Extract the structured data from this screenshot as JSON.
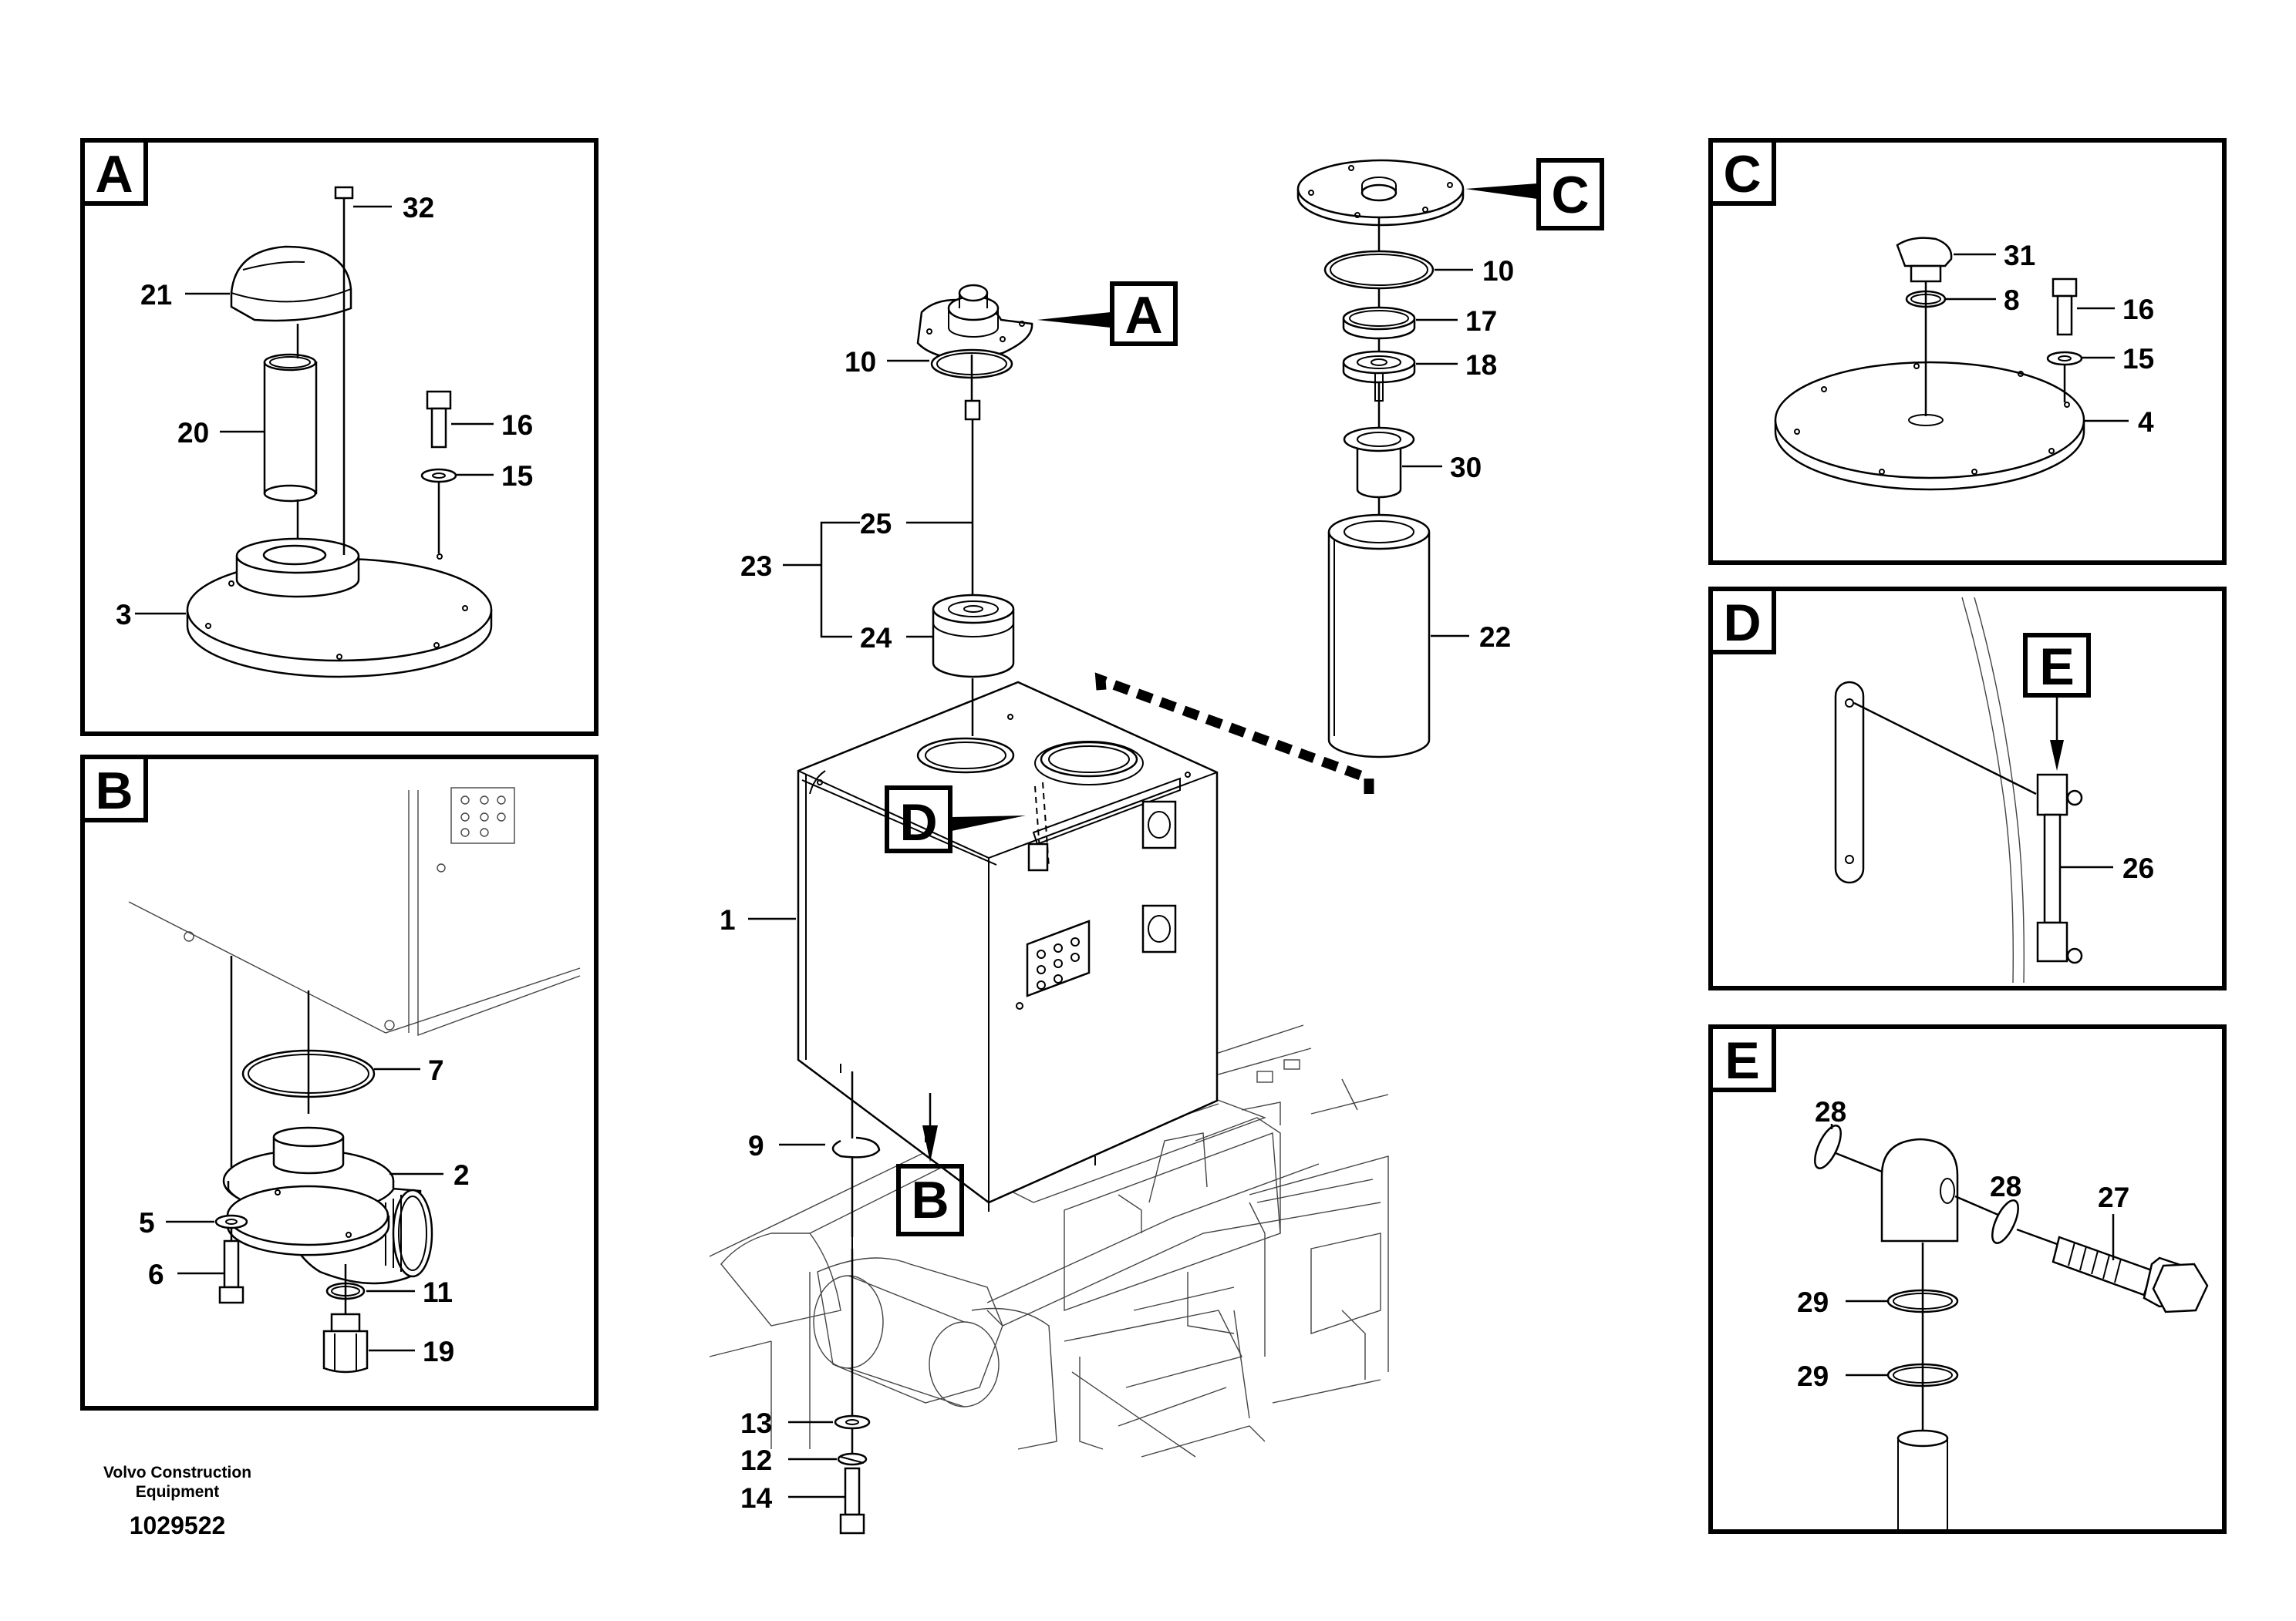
{
  "title": "",
  "panels": {
    "A": {
      "letter": "A",
      "callouts": {
        "c32": "32",
        "c21": "21",
        "c20": "20",
        "c16": "16",
        "c15": "15",
        "c3": "3"
      }
    },
    "B": {
      "letter": "B",
      "callouts": {
        "c7": "7",
        "c2": "2",
        "c5": "5",
        "c6": "6",
        "c11": "11",
        "c19": "19"
      }
    },
    "C": {
      "letter": "C",
      "callouts": {
        "c31": "31",
        "c8": "8",
        "c16": "16",
        "c15": "15",
        "c4": "4"
      }
    },
    "D": {
      "letter": "D",
      "e_ref": "E",
      "callouts": {
        "c26": "26"
      }
    },
    "E": {
      "letter": "E",
      "callouts": {
        "c28a": "28",
        "c28b": "28",
        "c27": "27",
        "c29a": "29",
        "c29b": "29"
      }
    }
  },
  "main": {
    "refs": {
      "A": "A",
      "B": "B",
      "C": "C",
      "D": "D"
    },
    "callouts": {
      "c10a": "10",
      "c23": "23",
      "c25": "25",
      "c24": "24",
      "c1": "1",
      "c9": "9",
      "c13": "13",
      "c12": "12",
      "c14": "14",
      "c10b": "10",
      "c17": "17",
      "c18": "18",
      "c30": "30",
      "c22": "22"
    }
  },
  "footer": {
    "company_line1": "Volvo Construction",
    "company_line2": "Equipment",
    "doc_number": "1029522"
  }
}
